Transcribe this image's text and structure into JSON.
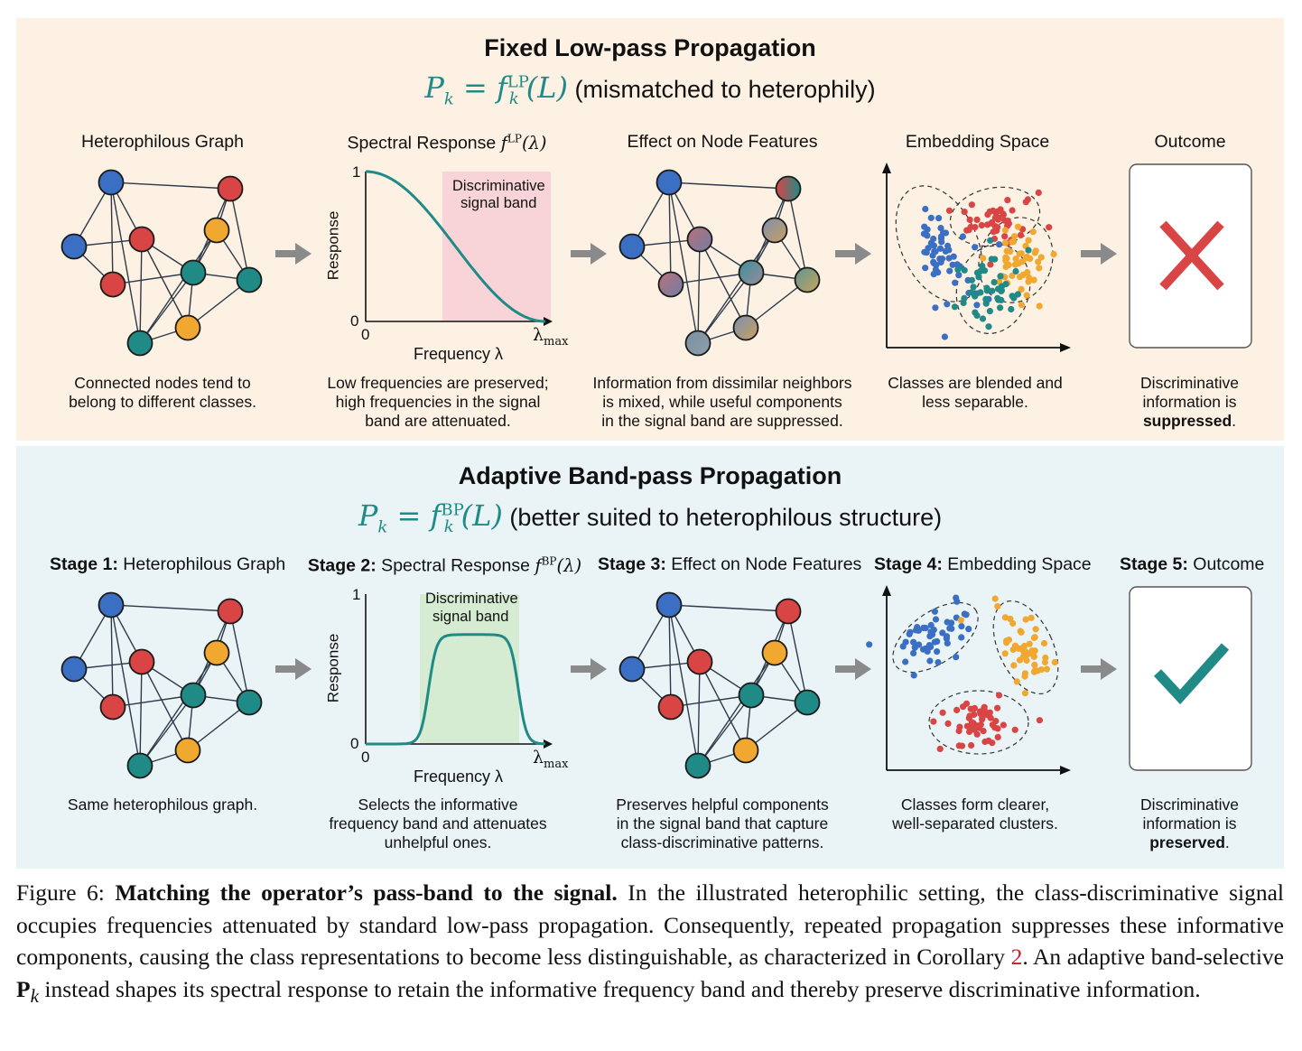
{
  "top": {
    "title": "Fixed Low-pass Propagation",
    "formula_lhs": "P",
    "formula_lhs_sub": "k",
    "formula_f": "f",
    "formula_sup": "LP",
    "formula_arg": "(L)",
    "formula_note": "(mismatched to heterophily)",
    "stages": [
      {
        "label": "",
        "title": "Heterophilous Graph",
        "caption": [
          "Connected nodes tend to",
          "belong to different classes."
        ]
      },
      {
        "label": "",
        "title": "Spectral Response ",
        "math": "f",
        "math_sup": "LP",
        "math_arg": "(λ)",
        "caption": [
          "Low frequencies are preserved;",
          "high frequencies in the signal",
          "band are attenuated."
        ]
      },
      {
        "label": "",
        "title": "Effect on Node Features",
        "caption": [
          "Information from dissimilar neighbors",
          "is mixed, while useful components",
          "in the signal band are suppressed."
        ]
      },
      {
        "label": "",
        "title": "Embedding Space",
        "caption": [
          "Classes are blended and",
          "less separable."
        ]
      },
      {
        "label": "",
        "title": "Outcome",
        "caption_pre": "Discriminative",
        "caption_mid": "information is",
        "caption_bold": "suppressed",
        "caption_end": "."
      }
    ]
  },
  "bottom": {
    "title": "Adaptive Band-pass Propagation",
    "formula_lhs": "P",
    "formula_lhs_sub": "k",
    "formula_f": "f",
    "formula_sup": "BP",
    "formula_arg": "(L)",
    "formula_note": "(better suited to heterophilous structure)",
    "stages": [
      {
        "label": "Stage 1:",
        "title": " Heterophilous Graph",
        "caption": [
          "Same heterophilous graph."
        ]
      },
      {
        "label": "Stage 2:",
        "title": " Spectral Response ",
        "math": "f",
        "math_sup": "BP",
        "math_arg": "(λ)",
        "caption": [
          "Selects the informative",
          "frequency band and attenuates",
          "unhelpful ones."
        ]
      },
      {
        "label": "Stage 3:",
        "title": " Effect on Node Features",
        "caption": [
          "Preserves helpful components",
          "in the signal band that capture",
          "class-discriminative patterns."
        ]
      },
      {
        "label": "Stage 4:",
        "title": " Embedding Space",
        "caption": [
          "Classes form clearer,",
          "well-separated clusters."
        ]
      },
      {
        "label": "Stage 5:",
        "title": " Outcome",
        "caption_pre": "Discriminative",
        "caption_mid": "information is",
        "caption_bold": "preserved",
        "caption_end": "."
      }
    ]
  },
  "plot": {
    "ylabel": "Response",
    "xlabel": "Frequency λ",
    "y_top": "1",
    "y_bottom": "0",
    "x_left": "0",
    "x_right": "λ",
    "x_right_sub": "max",
    "band_label_1": "Discriminative",
    "band_label_2": "signal band"
  },
  "colors": {
    "blue": "#3a6fc4",
    "red": "#d94545",
    "orange": "#f0a830",
    "teal": "#1f8a86",
    "top_bg": "#fcf1e3",
    "bottom_bg": "#eaf4f7",
    "band_lp": "#f8d4d8",
    "band_bp": "#d6ecd2",
    "cross": "#d94545",
    "check": "#1f8a86"
  },
  "caption": {
    "prefix": "Figure 6: ",
    "bold": "Matching the operator’s pass-band to the signal.",
    "text1": " In the illustrated heterophilic setting, the class-discriminative signal occupies frequencies attenuated by standard low-pass propagation. Consequently, repeated propagation suppresses these informative components, causing the class representations to become less distinguishable, as characterized in Corollary ",
    "ref": "2",
    "text2": ". An adaptive band-selective ",
    "bold_sym": "P",
    "sym_sub": "k",
    "text3": " instead shapes its spectral response to retain the informative frequency band and thereby preserve discriminative information."
  }
}
